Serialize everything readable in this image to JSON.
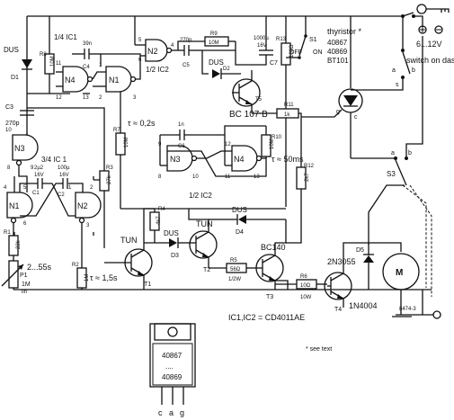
{
  "supply": {
    "label": "6...12V",
    "switch_note": "switch on dashboard"
  },
  "ic_note": "IC1,IC2 = CD4011AE",
  "see_text": "* see text",
  "figure_code": "8474-3",
  "thyristor": {
    "title": "thyristor *",
    "types": [
      "40867",
      "40869",
      "BT101"
    ],
    "pins": {
      "g": "g",
      "c": "c"
    }
  },
  "package": {
    "types": [
      "40867",
      "....",
      "40869"
    ],
    "pins": [
      "c",
      "a",
      "g"
    ]
  },
  "switches": {
    "S1": "S1",
    "S1_off": "OFF",
    "S1_on": "ON",
    "S3": "S3",
    "a": "a",
    "b": "b",
    "s": "s",
    "a2": "a",
    "b2": "b"
  },
  "gates": {
    "IC1_4": {
      "label": "N4",
      "ic": "1/4 IC1",
      "pins": [
        "11",
        "12",
        "13"
      ]
    },
    "IC1_3": {
      "label": "N3",
      "ic": "3/4 IC 1",
      "pins": [
        "8",
        "9",
        "10"
      ]
    },
    "IC1_1": {
      "label": "N1",
      "pins": [
        "4",
        "5",
        "6"
      ]
    },
    "IC1_2": {
      "label": "N2",
      "pins": [
        "1",
        "2",
        "3"
      ]
    },
    "IC2_2": {
      "label": "N2",
      "ic": "1/2 IC2",
      "pins": [
        "5",
        "6",
        "4"
      ]
    },
    "IC2_1": {
      "label": "N1",
      "pins": [
        "1",
        "2",
        "3"
      ]
    },
    "IC2_3": {
      "label": "N3",
      "ic": "1/2 IC2",
      "pins": [
        "9",
        "8",
        "10"
      ]
    },
    "IC2_4": {
      "label": "N4",
      "pins": [
        "12",
        "11",
        "13"
      ]
    }
  },
  "resistors": {
    "R1": {
      "ref": "R1",
      "value": "22k"
    },
    "R2": {
      "ref": "R2",
      "value": "1M"
    },
    "R3": {
      "ref": "R3",
      "value": "27k"
    },
    "R4": {
      "ref": "R4",
      "value": "4k7"
    },
    "R5": {
      "ref": "R5",
      "value": "56Ω",
      "power": "1/2W"
    },
    "R6": {
      "ref": "R6",
      "value": "10Ω",
      "power": "10W"
    },
    "R7": {
      "ref": "R7",
      "value": "10M"
    },
    "R8": {
      "ref": "R8",
      "value": "10M"
    },
    "R9": {
      "ref": "R9",
      "value": "10M"
    },
    "R10": {
      "ref": "R10",
      "value": "10M"
    },
    "R11": {
      "ref": "R11",
      "value": "1k"
    },
    "R12": {
      "ref": "R12",
      "value": "2k7"
    },
    "R13": {
      "ref": "R13",
      "value": "100Ω"
    }
  },
  "pot": {
    "ref": "P1",
    "value": "1M",
    "taper": "lin",
    "range": "2...55s"
  },
  "capacitors": {
    "C1": {
      "ref": "C1",
      "value": "2µ2",
      "volt": "16V"
    },
    "C2": {
      "ref": "C2",
      "value": "100µ",
      "volt": "16V"
    },
    "C3": {
      "ref": "C3",
      "value": "270p"
    },
    "C4": {
      "ref": "C4",
      "value": "39n"
    },
    "C5": {
      "ref": "C5",
      "value": "270p"
    },
    "C6": {
      "ref": "C6",
      "value": "1n"
    },
    "C7": {
      "ref": "C7",
      "value": "1000µ",
      "volt": "16V"
    }
  },
  "diodes": {
    "D1": {
      "ref": "D1",
      "type": "DUS"
    },
    "D2": {
      "ref": "D2",
      "type": "DUS"
    },
    "D3": {
      "ref": "D3",
      "type": "DUS"
    },
    "D4": {
      "ref": "D4",
      "type": "DUS"
    },
    "D5": {
      "ref": "D5",
      "type": "1N4004"
    }
  },
  "transistors": {
    "T1": {
      "ref": "T1",
      "type": "TUN"
    },
    "T2": {
      "ref": "T2",
      "type": "TUN"
    },
    "T3": {
      "ref": "T3",
      "type": "BC140"
    },
    "T4": {
      "ref": "T4",
      "type": "2N3055"
    },
    "T5": {
      "ref": "T5",
      "type": "BC 107 B"
    }
  },
  "timings": {
    "t1": "τ ≈ 0,2s",
    "t2": "τ ≈ 1,5s",
    "t3": "τ ≈ 50ms"
  },
  "motor": {
    "label": "M"
  }
}
